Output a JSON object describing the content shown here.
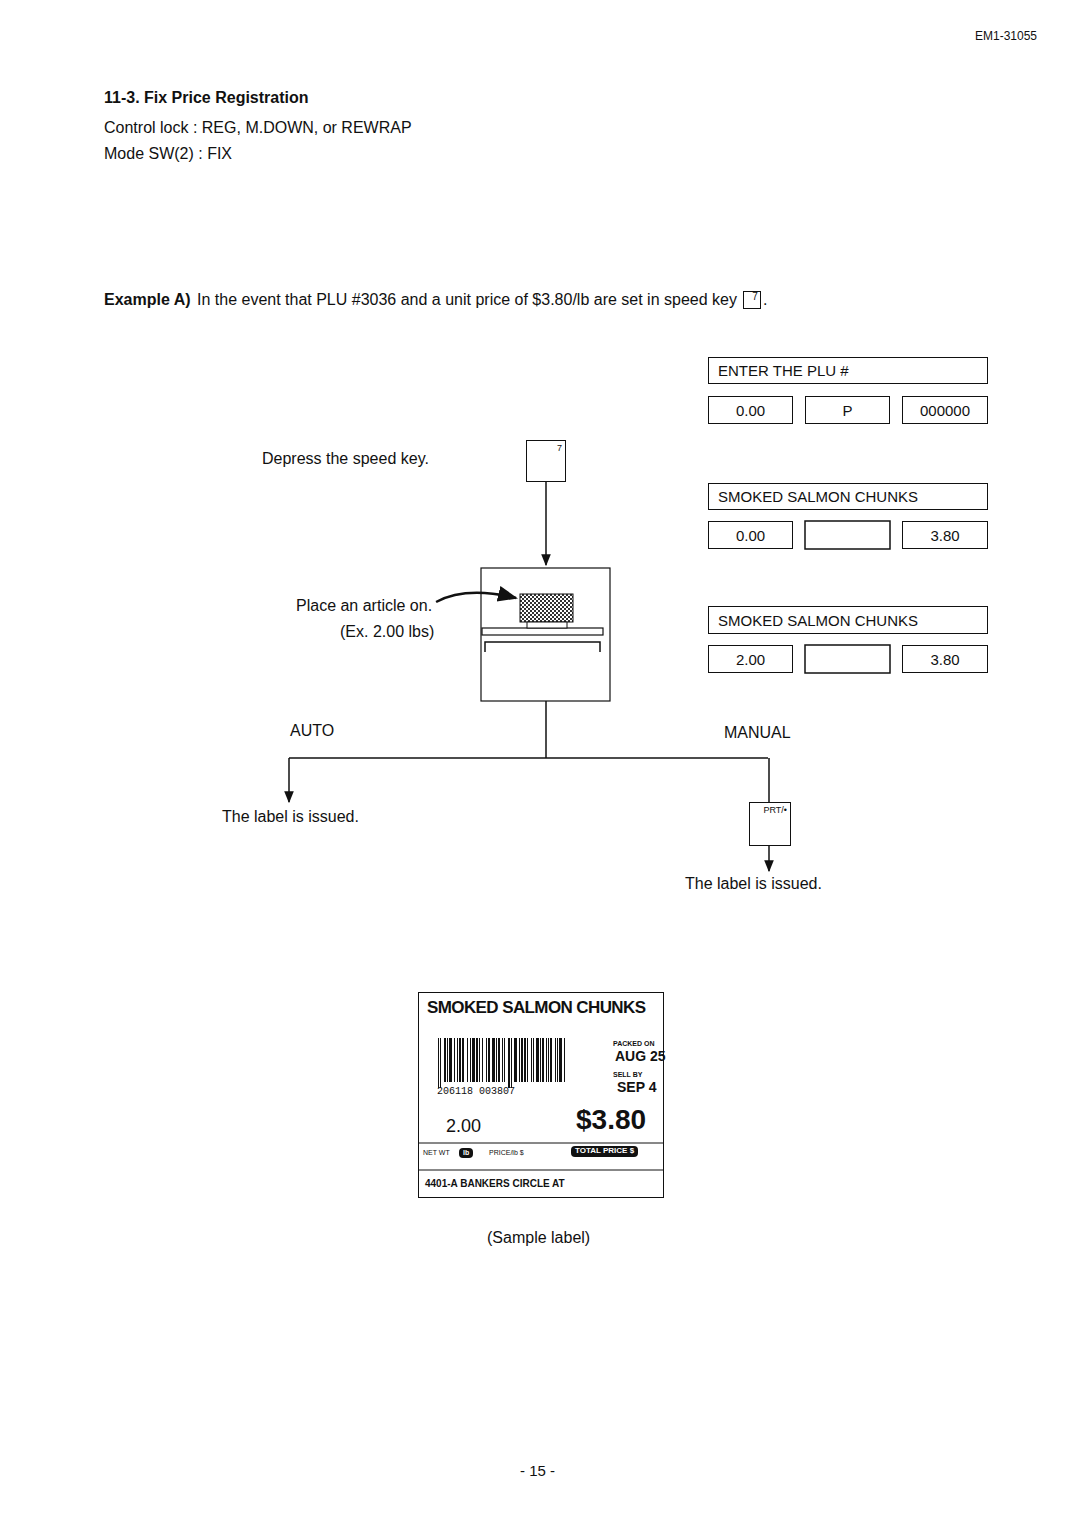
{
  "diagram": {
    "nodes": [
      {
        "text": [
          "ENTER THE PLU #"
        ]
      },
      {
        "text": [
          "0.00"
        ]
      },
      {
        "text": [
          "P"
        ]
      },
      {
        "text": [
          "000000"
        ]
      },
      {
        "text": [
          "SMOKED SALMON CHUNKS"
        ]
      },
      {
        "text": [
          "0.00"
        ]
      },
      {
        "text": [
          "3.80"
        ]
      },
      {
        "text": [
          "SMOKED SALMON CHUNKS"
        ]
      },
      {
        "text": [
          "2.00"
        ]
      },
      {
        "text": [
          "3.80"
        ]
      },
      {
        "text": [
          "7"
        ]
      },
      {
        "text": [
          "PRT/•"
        ]
      },
      {
        "text": [
          "SMOKED SALMON CHUNKS",
          "PACKED ON",
          "AUG 25",
          "SELL BY",
          "SEP 4",
          "206118 003807",
          "2.00",
          "$3.80",
          "NET WT",
          "lb",
          "PRICE/lb $",
          "TOTAL PRICE $",
          "4401-A BANKERS CIRCLE AT"
        ]
      }
    ],
    "labels": [
      "EM1-31055",
      "11-3. Fix Price Registration",
      "Control lock : REG, M.DOWN, or REWRAP",
      "Mode SW(2) : FIX",
      "Example A)",
      "In the event that PLU #3036 and a unit price of $3.80/lb are set in speed key",
      "7",
      ".",
      "Depress the speed key.",
      "Place an article on.",
      "(Ex. 2.00 lbs)",
      "AUTO",
      "MANUAL",
      "The label is issued.",
      "The label is issued.",
      "(Sample label)",
      "- 15 -"
    ]
  }
}
